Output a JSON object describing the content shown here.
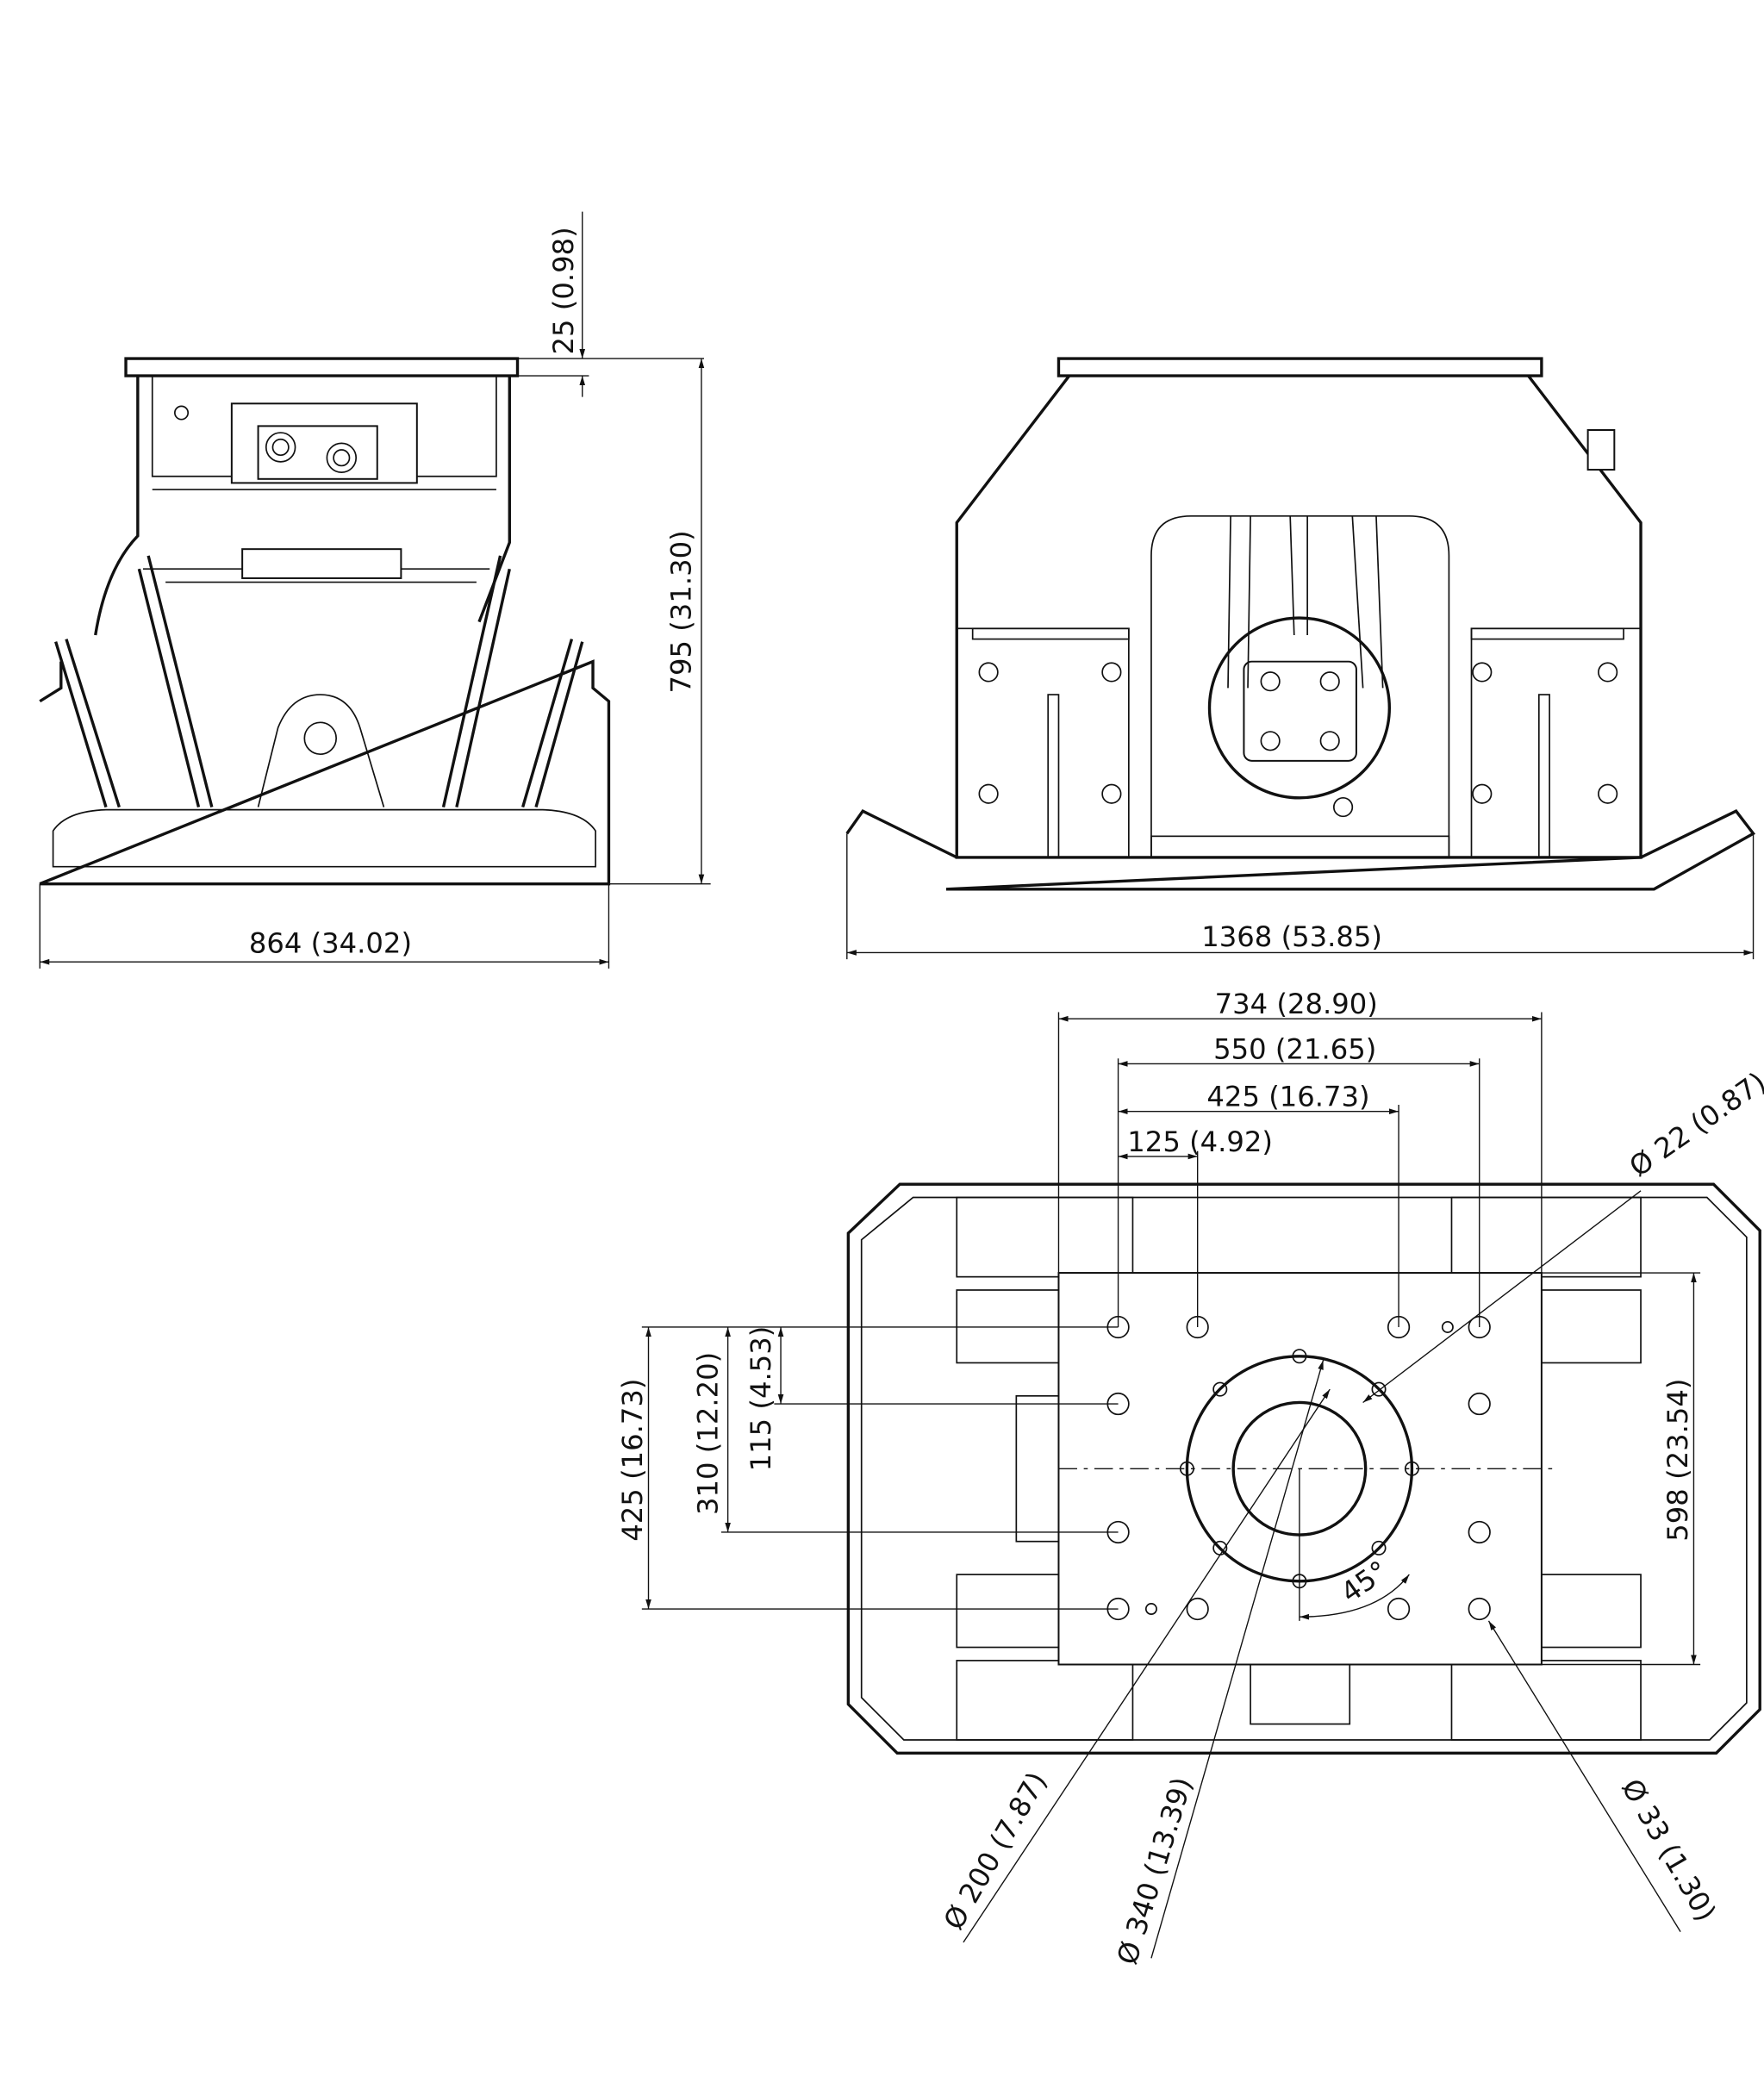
{
  "drawing": {
    "side_view": {
      "flange_thickness": "25 (0.98)",
      "height": "795 (31.30)",
      "width": "864 (34.02)"
    },
    "front_view": {
      "length": "1368 (53.85)"
    },
    "bottom_view": {
      "horizontal_dims": [
        "734 (28.90)",
        "550 (21.65)",
        "425 (16.73)",
        "125 (4.92)"
      ],
      "vertical_dims": [
        "425 (16.73)",
        "310 (12.20)",
        "115 (4.53)",
        "598 (23.54)"
      ],
      "hole_small": "Ø 22 (0.87)",
      "hole_large": "Ø 33 (1.30)",
      "bore_inner": "Ø 200 (7.87)",
      "bolt_circle": "Ø 340 (13.39)",
      "angle": "45°"
    }
  }
}
